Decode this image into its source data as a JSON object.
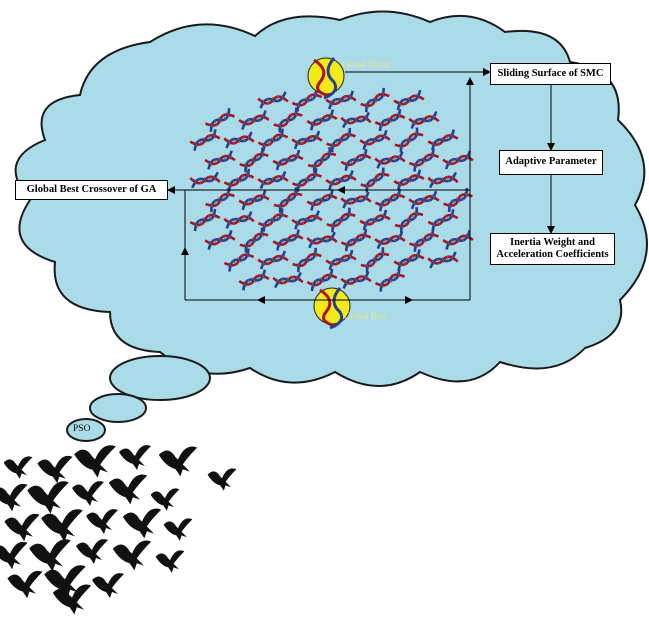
{
  "diagram": {
    "boxes": {
      "sliding_surface": "Sliding Surface of SMC",
      "adaptive_parameter": "Adaptive Parameter",
      "inertia_weight": "Inertia Weight and Acceleration Coefficients",
      "global_best_crossover": "Global Best Crossover of GA"
    },
    "labels": {
      "global_worst": "Global Worst",
      "global_best": "Global Best",
      "pso": "PSO"
    }
  },
  "colors": {
    "cloud_fill": "#a9dbe8",
    "cloud_stroke": "#1a1a1a",
    "dna_red": "#b0121b",
    "dna_blue": "#2c3f8f",
    "marker_yellow": "#f2ea1b",
    "bird": "#111111"
  }
}
